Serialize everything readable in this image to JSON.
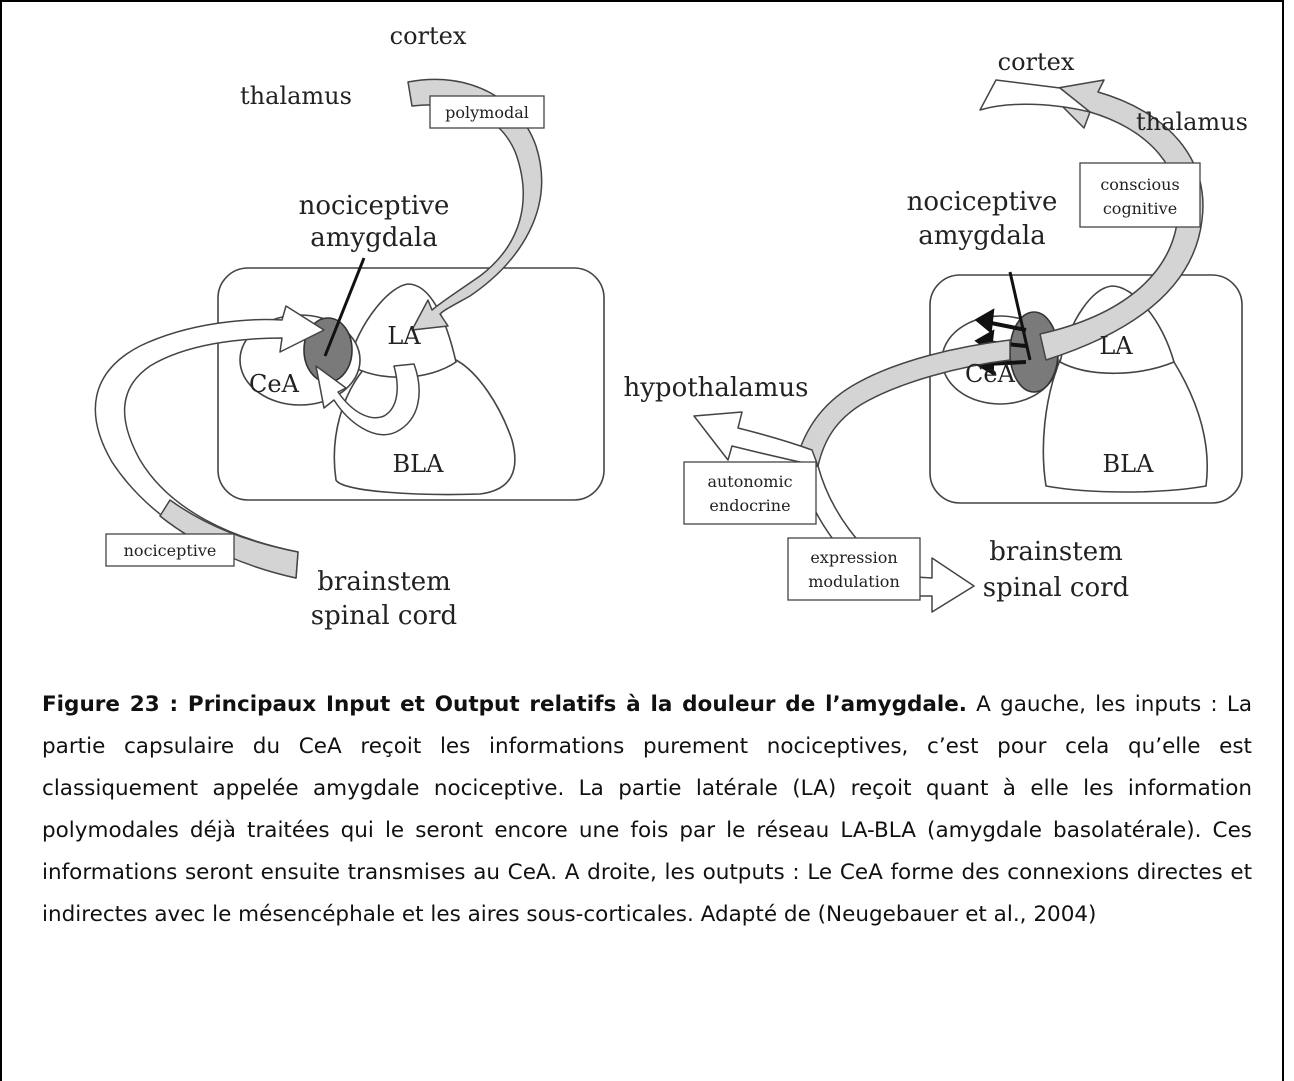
{
  "left_panel": {
    "cortex": "cortex",
    "thalamus": "thalamus",
    "polymodal": "polymodal",
    "nociceptive_amygdala_line1": "nociceptive",
    "nociceptive_amygdala_line2": "amygdala",
    "la": "LA",
    "cea": "CeA",
    "bla": "BLA",
    "nociceptive_box": "nociceptive",
    "brainstem": "brainstem",
    "spinal_cord": "spinal cord"
  },
  "right_panel": {
    "cortex": "cortex",
    "thalamus": "thalamus",
    "conscious": "conscious",
    "cognitive": "cognitive",
    "nociceptive_amygdala_line1": "nociceptive",
    "nociceptive_amygdala_line2": "amygdala",
    "la": "LA",
    "cea": "CeA",
    "bla": "BLA",
    "hypothalamus": "hypothalamus",
    "autonomic": "autonomic",
    "endocrine": "endocrine",
    "expression": "expression",
    "modulation": "modulation",
    "brainstem": "brainstem",
    "spinal_cord": "spinal cord"
  },
  "caption": {
    "bold": "Figure 23 : Principaux Input et Output relatifs à la douleur de l’amygdale.",
    "text": " A gauche, les inputs : La partie capsulaire du CeA reçoit les informations purement nociceptives, c’est pour cela qu’elle est classiquement appelée amygdale nociceptive. La partie latérale (LA) reçoit quant à elle les information polymodales déjà traitées qui le seront encore une fois par le réseau LA-BLA (amygdale basolatérale). Ces informations seront ensuite transmises au CeA. A droite, les outputs : Le CeA forme des connexions directes et indirectes avec le mésencéphale et les aires sous-corticales. Adapté de (Neugebauer et al., 2004)"
  }
}
